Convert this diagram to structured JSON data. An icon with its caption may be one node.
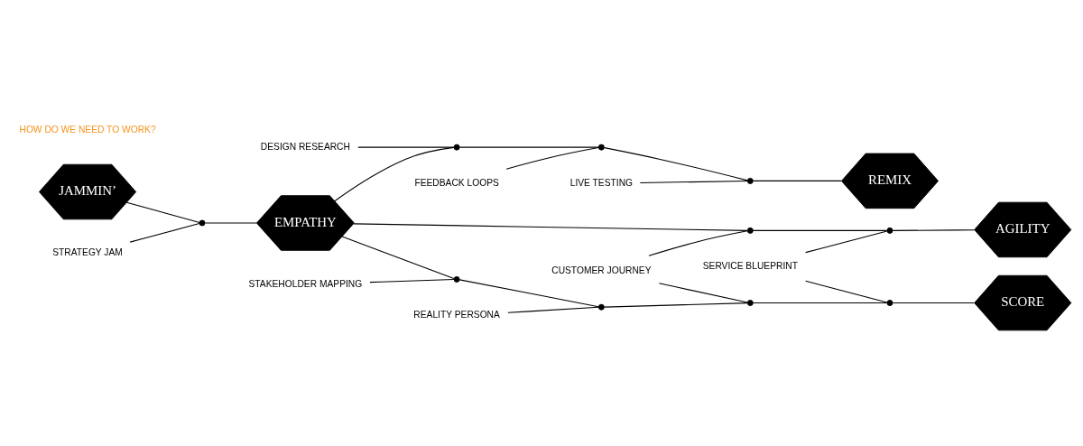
{
  "diagram": {
    "nodes": [
      {
        "text": [
          "JAMMIN’"
        ]
      },
      {
        "text": [
          "EMPATHY"
        ]
      },
      {
        "text": [
          "SCORE"
        ]
      },
      {
        "text": [
          "AGILITY"
        ]
      },
      {
        "text": [
          "REMIX"
        ]
      },
      {
        "text": [
          "STRATEGY JAM"
        ]
      },
      {
        "text": [
          "DESIGN RESEARCH"
        ]
      },
      {
        "text": [
          "FEEDBACK LOOPS"
        ]
      },
      {
        "text": [
          "LIVE TESTING"
        ]
      },
      {
        "text": [
          "STAKEHOLDER MAPPING"
        ]
      },
      {
        "text": [
          "REALITY PERSONA"
        ]
      },
      {
        "text": [
          "CUSTOMER JOURNEY"
        ]
      },
      {
        "text": [
          "SERVICE BLUEPRINT"
        ]
      },
      {
        "text": [],
        "shape": "circle"
      },
      {
        "text": [],
        "shape": "circle"
      },
      {
        "text": [],
        "shape": "circle"
      },
      {
        "text": [],
        "shape": "circle"
      },
      {
        "text": [],
        "shape": "circle"
      },
      {
        "text": [],
        "shape": "circle"
      },
      {
        "text": [],
        "shape": "circle"
      },
      {
        "text": [],
        "shape": "circle"
      },
      {
        "text": [],
        "shape": "circle"
      },
      {
        "text": [],
        "shape": "circle"
      }
    ],
    "edges": [
      {
        "from": 0,
        "to": 13,
        "arrow": "none"
      },
      {
        "from": 13,
        "to": 1,
        "arrow": "none"
      },
      {
        "from": 1,
        "to": 14,
        "arrow": "none"
      },
      {
        "from": 14,
        "to": 15,
        "arrow": "none"
      },
      {
        "from": 15,
        "to": 16,
        "arrow": "none"
      },
      {
        "from": 16,
        "to": 4,
        "arrow": "none"
      },
      {
        "from": 1,
        "to": 17,
        "arrow": "none"
      },
      {
        "from": 17,
        "to": 18,
        "arrow": "none"
      },
      {
        "from": 18,
        "to": 3,
        "arrow": "none"
      },
      {
        "from": 1,
        "to": 19,
        "arrow": "none"
      },
      {
        "from": 19,
        "to": 20,
        "arrow": "none"
      },
      {
        "from": 20,
        "to": 21,
        "arrow": "none"
      },
      {
        "from": 21,
        "to": 22,
        "arrow": "none"
      },
      {
        "from": 22,
        "to": 2,
        "arrow": "none"
      },
      {
        "from": 5,
        "to": 13,
        "arrow": "none"
      },
      {
        "from": 6,
        "to": 14,
        "arrow": "none"
      },
      {
        "from": 7,
        "to": 15,
        "arrow": "none"
      },
      {
        "from": 8,
        "to": 16,
        "arrow": "none"
      },
      {
        "from": 9,
        "to": 19,
        "arrow": "none"
      },
      {
        "from": 10,
        "to": 20,
        "arrow": "none"
      },
      {
        "from": 11,
        "to": 17,
        "arrow": "none"
      },
      {
        "from": 11,
        "to": 21,
        "arrow": "none"
      },
      {
        "from": 12,
        "to": 18,
        "arrow": "none"
      },
      {
        "from": 12,
        "to": 22,
        "arrow": "none"
      }
    ],
    "labels": [
      "HOW DO WE NEED TO WORK?"
    ]
  }
}
